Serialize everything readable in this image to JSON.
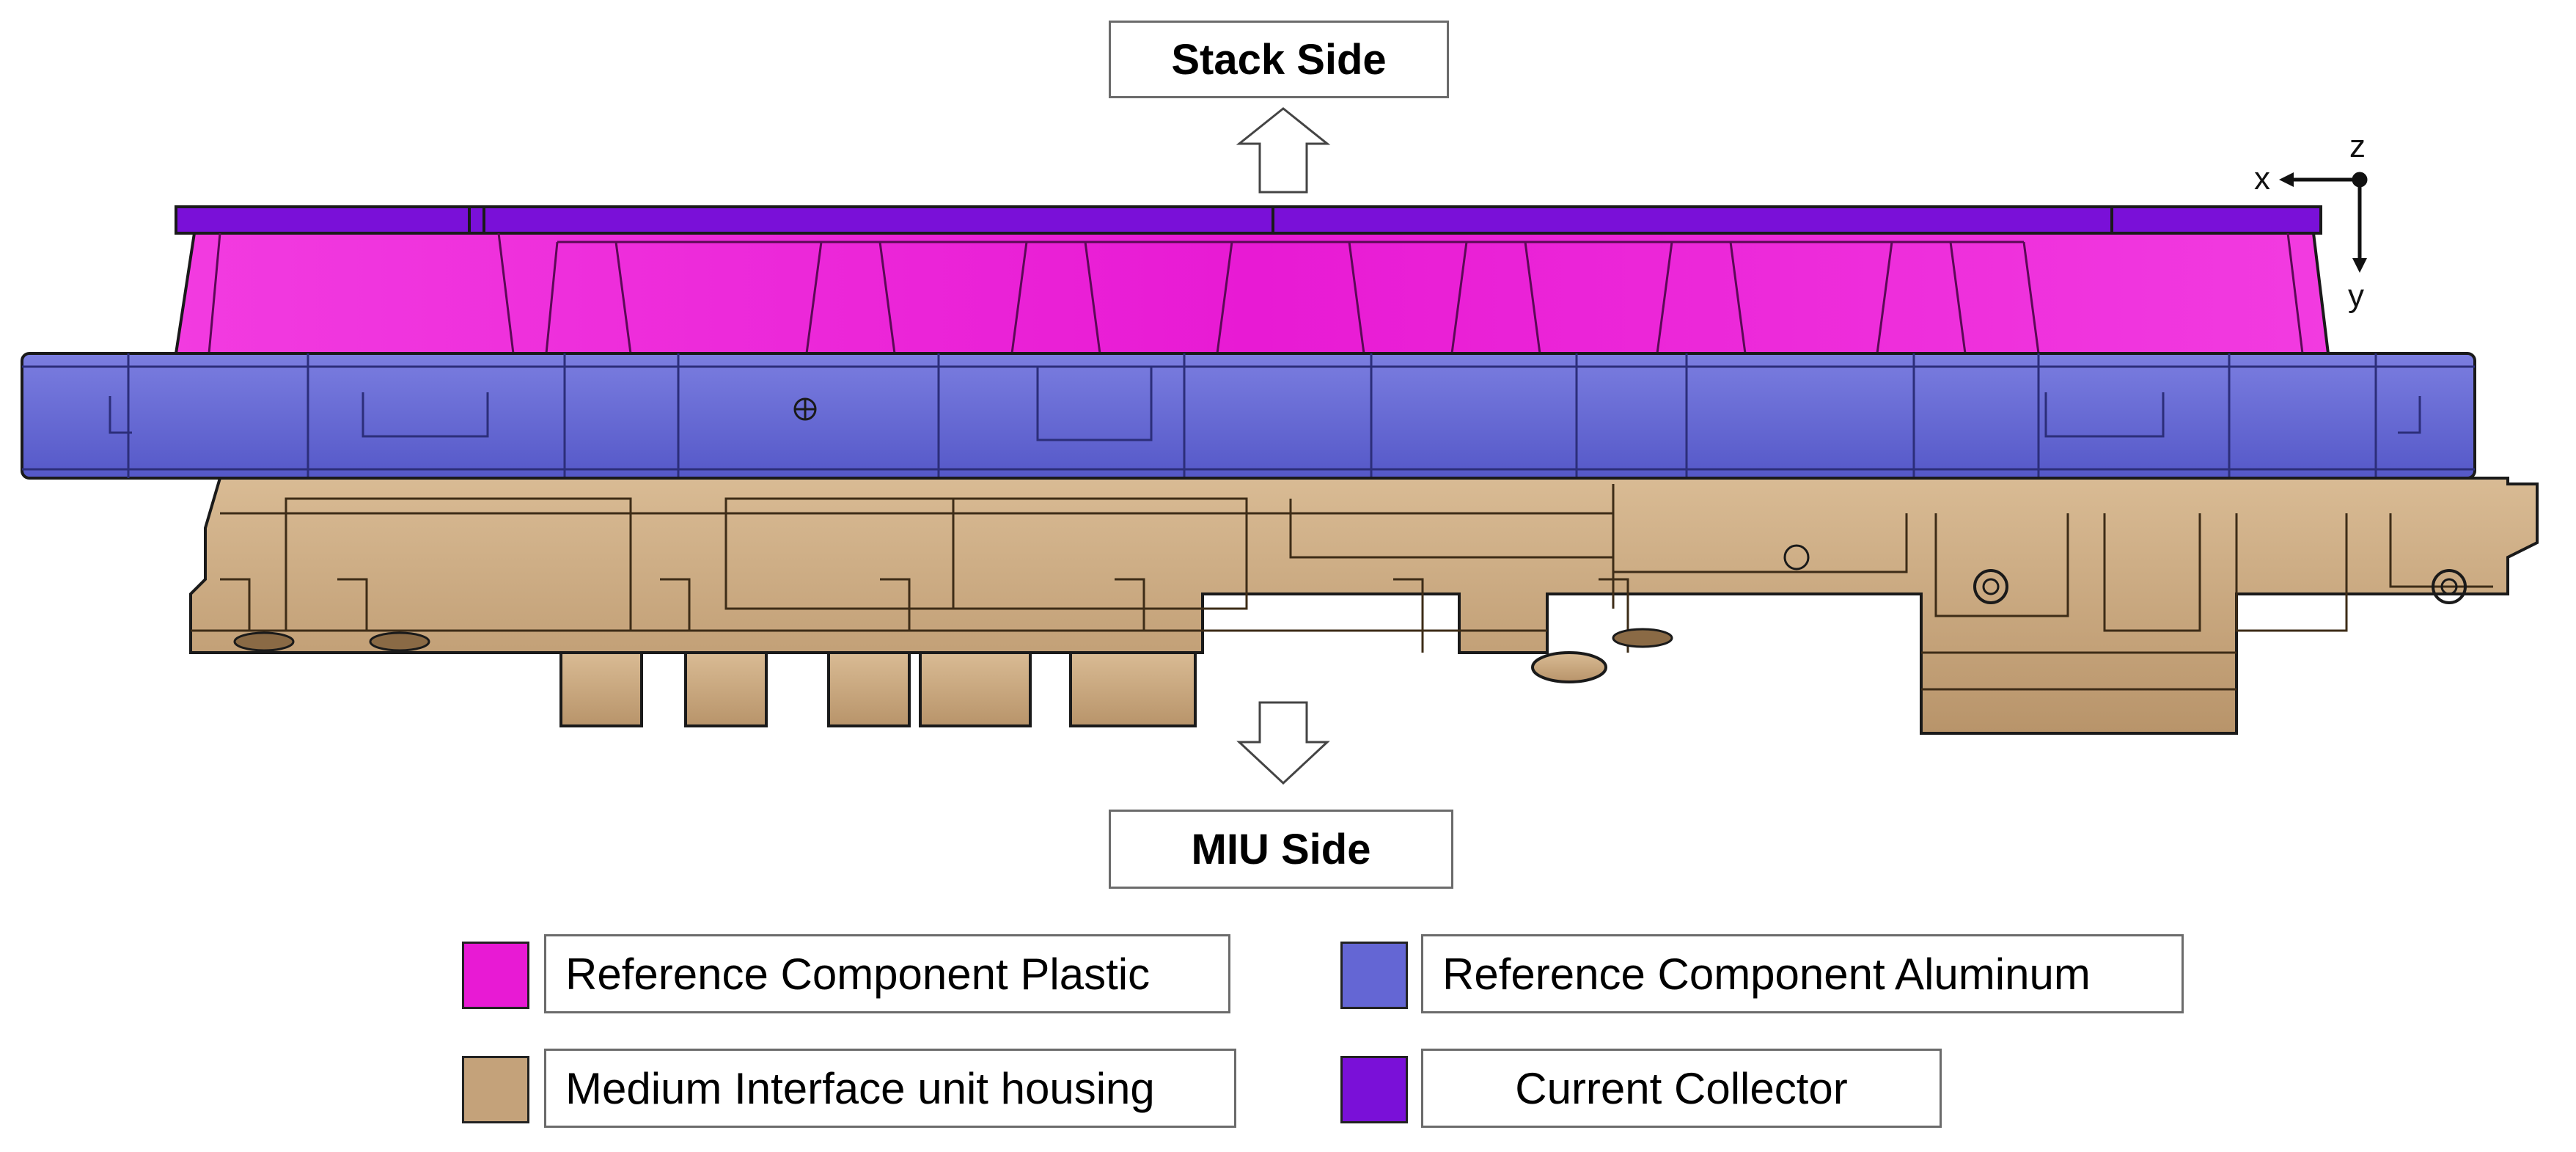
{
  "labels": {
    "top": "Stack Side",
    "bottom": "MIU Side"
  },
  "axes": {
    "x": "x",
    "y": "y",
    "z": "z"
  },
  "legend": [
    {
      "label": "Reference Component Plastic",
      "color": "#e81ad4"
    },
    {
      "label": "Reference Component Aluminum",
      "color": "#6466d4"
    },
    {
      "label": "Medium Interface unit housing",
      "color": "#c4a27a"
    },
    {
      "label": "Current Collector",
      "color": "#7a10d8"
    }
  ],
  "colors": {
    "plastic": "#e81ad4",
    "aluminum": "#6466d4",
    "housing": "#c4a27a",
    "collector": "#7a10d8",
    "outline": "#1a1a1a"
  }
}
